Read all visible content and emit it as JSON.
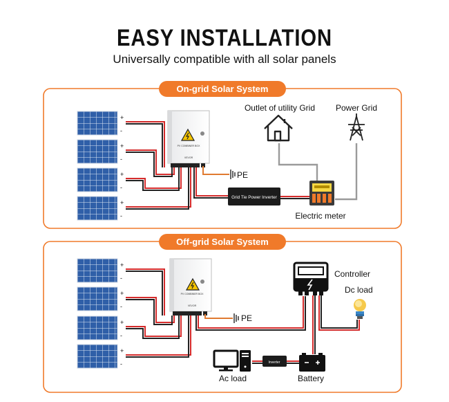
{
  "header": {
    "title": "EASY INSTALLATION",
    "subtitle": "Universally compatible with all solar panels"
  },
  "colors": {
    "accent": "#f07a2a",
    "panel_blue": "#2f5fa8",
    "wire_red": "#d42a2a",
    "wire_black": "#222222",
    "wire_gray": "#9a9a9a",
    "wire_orange": "#e07a30",
    "frame": "#f3f3f3"
  },
  "on_grid": {
    "label": "On-grid Solar System",
    "plus": "+",
    "minus": "-",
    "pe": "PE",
    "inverter": "Grid Tie Power Inverter",
    "outlet": "Outlet of utility Grid",
    "power_grid": "Power Grid",
    "meter": "Electric meter",
    "box_brand": "VEVOR",
    "box_model": "PV COMBINER BOX"
  },
  "off_grid": {
    "label": "Off-grid Solar System",
    "plus": "+",
    "minus": "-",
    "pe": "PE",
    "controller": "Controller",
    "dc_load": "Dc load",
    "inverter": "Inverter",
    "ac_load": "Ac load",
    "battery": "Battery",
    "box_brand": "VEVOR",
    "box_model": "PV COMBINER BOX"
  },
  "icons": [
    "solar-panel-icon",
    "combiner-box-icon",
    "house-icon",
    "power-tower-icon",
    "electric-meter-icon",
    "controller-icon",
    "light-bulb-icon",
    "computer-icon",
    "battery-icon",
    "ground-icon",
    "warning-icon"
  ]
}
